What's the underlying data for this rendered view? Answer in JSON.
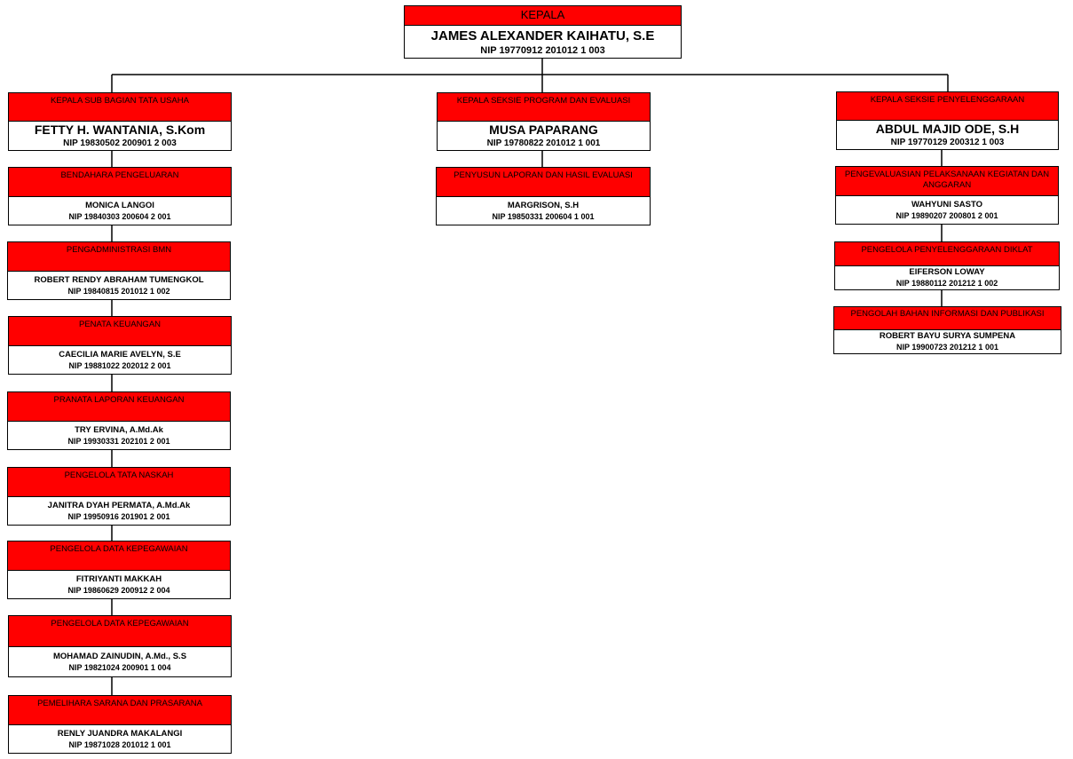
{
  "head": {
    "title": "KEPALA",
    "name": "JAMES ALEXANDER KAIHATU, S.E",
    "nip": "NIP 19770912 201012 1 003"
  },
  "col1": [
    {
      "title": "KEPALA SUB BAGIAN TATA USAHA",
      "name": "FETTY H. WANTANIA, S.Kom",
      "nip": "NIP 19830502 200901 2 003"
    },
    {
      "title": "BENDAHARA PENGELUARAN",
      "name": "MONICA LANGOI",
      "nip": "NIP 19840303 200604 2 001"
    },
    {
      "title": "PENGADMINISTRASI BMN",
      "name": "ROBERT RENDY ABRAHAM TUMENGKOL",
      "nip": "NIP 19840815 201012 1 002"
    },
    {
      "title": "PENATA KEUANGAN",
      "name": "CAECILIA MARIE AVELYN, S.E",
      "nip": "NIP 19881022 202012 2 001"
    },
    {
      "title": "PRANATA LAPORAN KEUANGAN",
      "name": "TRY ERVINA, A.Md.Ak",
      "nip": "NIP 19930331 202101 2 001"
    },
    {
      "title": "PENGELOLA TATA NASKAH",
      "name": "JANITRA DYAH PERMATA, A.Md.Ak",
      "nip": "NIP 19950916 201901 2 001"
    },
    {
      "title": "PENGELOLA DATA KEPEGAWAIAN",
      "name": "FITRIYANTI MAKKAH",
      "nip": "NIP 19860629 200912 2 004"
    },
    {
      "title": "PENGELOLA DATA KEPEGAWAIAN",
      "name": "MOHAMAD ZAINUDIN, A.Md., S.S",
      "nip": "NIP 19821024 200901 1 004"
    },
    {
      "title": "PEMELIHARA SARANA DAN PRASARANA",
      "name": "RENLY JUANDRA MAKALANGI",
      "nip": "NIP 19871028 201012 1 001"
    }
  ],
  "col2": [
    {
      "title": "KEPALA SEKSIE PROGRAM DAN EVALUASI",
      "name": "MUSA PAPARANG",
      "nip": "NIP 19780822 201012 1 001"
    },
    {
      "title": "PENYUSUN LAPORAN DAN HASIL EVALUASI",
      "name": "MARGRISON, S.H",
      "nip": "NIP 19850331 200604 1 001"
    }
  ],
  "col3": [
    {
      "title": "KEPALA SEKSIE PENYELENGGARAAN",
      "name": "ABDUL MAJID ODE, S.H",
      "nip": "NIP 19770129 200312 1 003"
    },
    {
      "title": "PENGEVALUASIAN PELAKSANAAN KEGIATAN DAN ANGGARAN",
      "name": "WAHYUNI SASTO",
      "nip": "NIP 19890207 200801 2 001"
    },
    {
      "title": "PENGELOLA PENYELENGGARAAN DIKLAT",
      "name": "EIFERSON LOWAY",
      "nip": "NIP 19880112 201212 1 002"
    },
    {
      "title": "PENGOLAH BAHAN INFORMASI DAN PUBLIKASI",
      "name": "ROBERT BAYU SURYA SUMPENA",
      "nip": "NIP 19900723 201212 1 001"
    }
  ],
  "colors": {
    "header_fill": "#ff0000",
    "border": "#000000",
    "background": "#ffffff"
  }
}
